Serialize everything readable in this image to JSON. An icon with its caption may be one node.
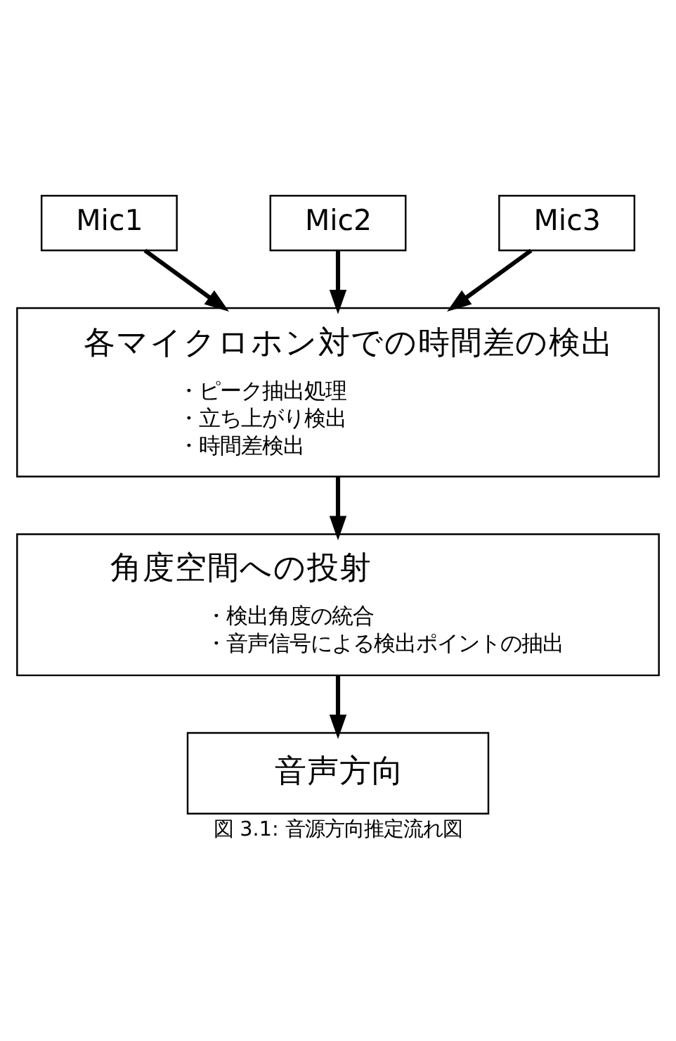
{
  "diagram": {
    "caption": "図 3.1: 音源方向推定流れ図",
    "nodes": [
      {
        "text": [
          "Mic1"
        ]
      },
      {
        "text": [
          "Mic2"
        ]
      },
      {
        "text": [
          "Mic3"
        ]
      },
      {
        "text": [
          "各マイクロホン対での時間差の検出",
          "・ピーク抽出処理",
          "・立ち上がり検出",
          "・時間差検出"
        ]
      },
      {
        "text": [
          "角度空間への投射",
          "・検出角度の統合",
          "・音声信号による検出ポイントの抽出"
        ]
      },
      {
        "text": [
          "音声方向"
        ]
      }
    ],
    "edges": [
      {
        "from": 0,
        "to": 3,
        "arrow": "to"
      },
      {
        "from": 1,
        "to": 3,
        "arrow": "to"
      },
      {
        "from": 2,
        "to": 3,
        "arrow": "to"
      },
      {
        "from": 3,
        "to": 4,
        "arrow": "to"
      },
      {
        "from": 4,
        "to": 5,
        "arrow": "to"
      }
    ]
  }
}
